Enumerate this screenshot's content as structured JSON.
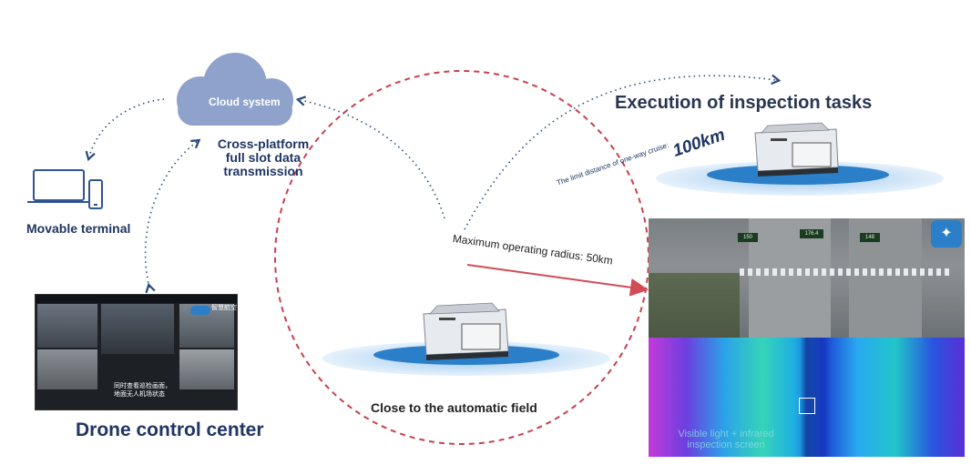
{
  "cloud": {
    "label": "Cloud system"
  },
  "transmission": {
    "line1": "Cross-platform",
    "line2": "full slot data",
    "line3": "transmission"
  },
  "terminal": {
    "label": "Movable terminal"
  },
  "control_center": {
    "title": "Drone control center",
    "screen_caption_1": "同时查看巡检画面，",
    "screen_caption_2": "地面无人机场状态",
    "logo": "智慧航空"
  },
  "inspection": {
    "title": "Execution of inspection tasks",
    "limit_label": "The limit distance of one-way cruise:",
    "limit_value": "100km"
  },
  "field": {
    "radius_label": "Maximum operating radius: 50km",
    "station_label": "Close to the automatic field"
  },
  "camera": {
    "tags": [
      "150",
      "176.4",
      "148"
    ],
    "ir_label_1": "Visible light + infrared",
    "ir_label_2": "inspection screen"
  },
  "colors": {
    "accent_navy": "#1f3563",
    "dashed_circle": "#c8404e",
    "cloud": "#8fa2cc",
    "disc": "#2b7fc8",
    "arrow": "#d24b55"
  }
}
